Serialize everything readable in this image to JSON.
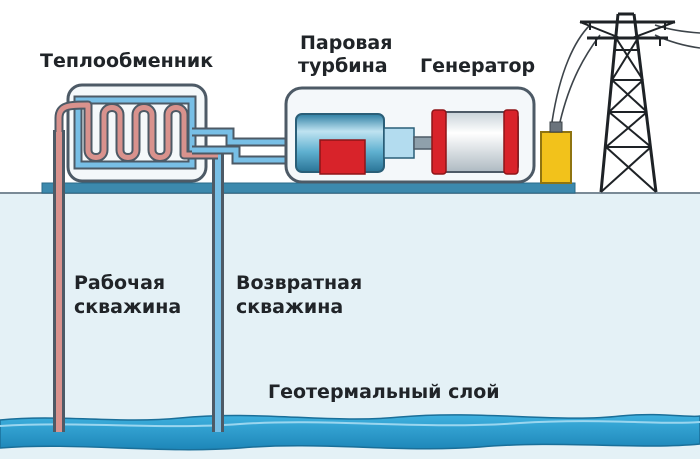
{
  "labels": {
    "heat_exchanger": "Теплообменник",
    "steam_turbine_line1": "Паровая",
    "steam_turbine_line2": "турбина",
    "generator": "Генератор",
    "production_well_line1": "Рабочая",
    "production_well_line2": "скважина",
    "return_well_line1": "Возвратная",
    "return_well_line2": "скважина",
    "geothermal_layer": "Геотермальный слой"
  },
  "colors": {
    "text": "#202428",
    "sky": "#ffffff",
    "ground": "#e4f1f6",
    "platform": "#3c89ad",
    "pipe_outline": "#4d5a66",
    "hot_pipe": "#d9928d",
    "cold_pipe": "#78bfe6",
    "turbine_body": "#58a9c9",
    "turbine_accent": "#d8232a",
    "generator_band": "#d8232a",
    "transformer": "#f2c21b",
    "tower": "#1e2226",
    "geothermal_water": "#2b9fd1"
  },
  "icons": [
    "heat-exchanger-icon",
    "steam-turbine-icon",
    "generator-icon",
    "transformer-icon",
    "power-tower-icon"
  ]
}
